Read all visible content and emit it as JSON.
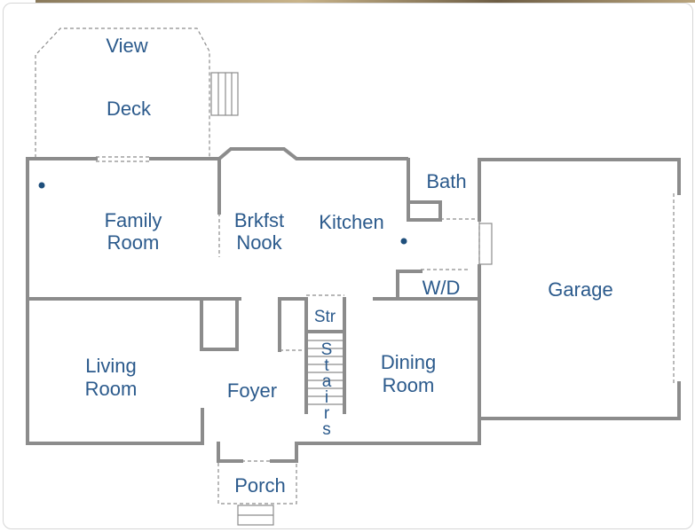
{
  "rooms": {
    "view": "View",
    "deck": "Deck",
    "family_line1": "Family",
    "family_line2": "Room",
    "brkfst_line1": "Brkfst",
    "brkfst_line2": "Nook",
    "kitchen": "Kitchen",
    "bath": "Bath",
    "wd": "W/D",
    "garage": "Garage",
    "str": "Str",
    "living_line1": "Living",
    "living_line2": "Room",
    "foyer": "Foyer",
    "stairs_letters": [
      "S",
      "t",
      "a",
      "i",
      "r",
      "s"
    ],
    "dining_line1": "Dining",
    "dining_line2": "Room",
    "porch": "Porch"
  },
  "colors": {
    "label": "#2b5a8c",
    "wall": "#8c8c8c",
    "marker": "#1f4f7c"
  }
}
